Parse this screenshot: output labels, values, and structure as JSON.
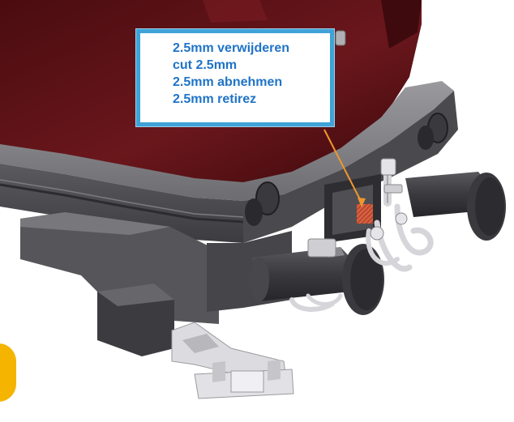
{
  "callout": {
    "lines": [
      "2.5mm verwijderen",
      "cut 2.5mm",
      "2.5mm abnehmen",
      "2.5mm retirez"
    ]
  },
  "colors": {
    "body_red": "#5a1014",
    "frame_grey": "#4f4f52",
    "callout_border": "#3fa3d8",
    "callout_text": "#1f73c6",
    "leader_arrow": "#f0962e",
    "cut_mark": "#e0603a",
    "step_badge": "#f4b400"
  },
  "icons": [
    "step-badge-shape"
  ]
}
